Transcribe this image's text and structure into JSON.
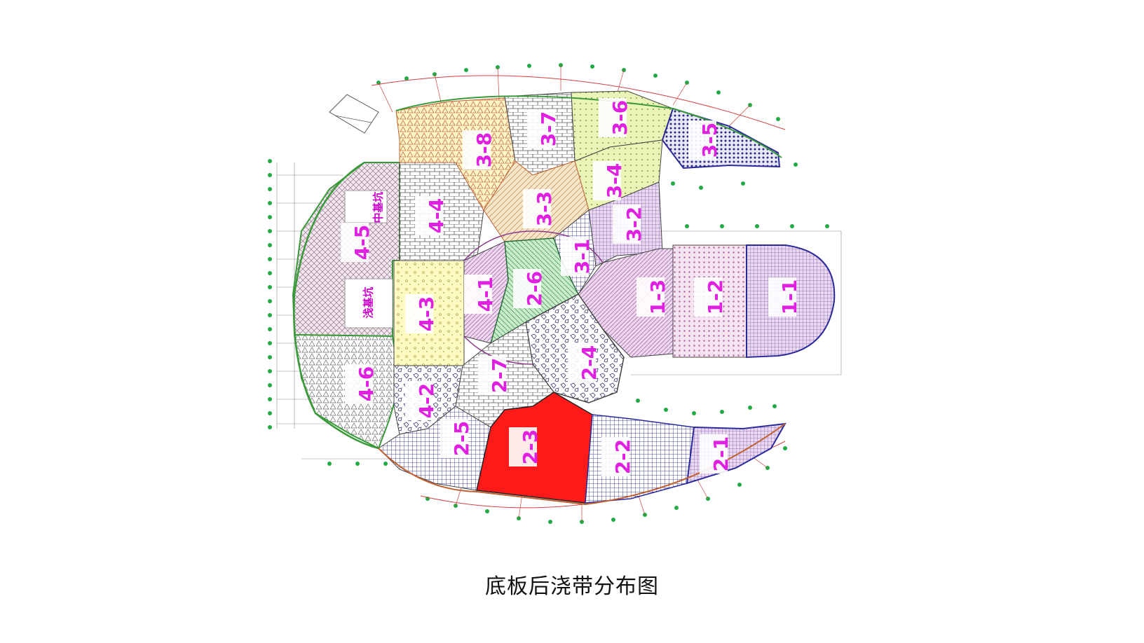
{
  "caption": "底板后浇带分布图",
  "pits": {
    "upper": "中基坑",
    "lower": "浅基坑"
  },
  "zones": {
    "z1_1": "1-1",
    "z1_2": "1-2",
    "z1_3": "1-3",
    "z2_1": "2-1",
    "z2_2": "2-2",
    "z2_3": "2-3",
    "z2_4": "2-4",
    "z2_5": "2-5",
    "z2_6": "2-6",
    "z2_7": "2-7",
    "z3_1": "3-1",
    "z3_2": "3-2",
    "z3_3": "3-3",
    "z3_4": "3-4",
    "z3_5": "3-5",
    "z3_6": "3-6",
    "z3_7": "3-7",
    "z3_8": "3-8",
    "z4_1": "4-1",
    "z4_2": "4-2",
    "z4_3": "4-3",
    "z4_4": "4-4",
    "z4_5": "4-5",
    "z4_6": "4-6"
  },
  "colors": {
    "highlight_zone": "#ff1a1a",
    "label": "#e020e0",
    "axis_dot": "#22aa44",
    "outline": "#2a2a9a"
  }
}
